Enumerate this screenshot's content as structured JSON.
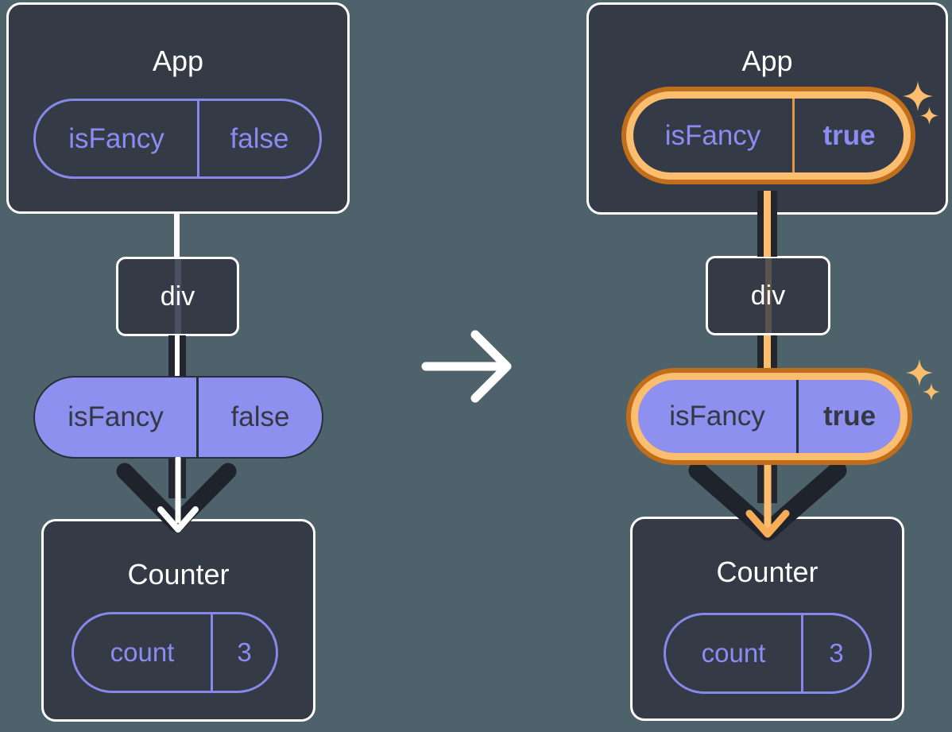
{
  "colors": {
    "bg": "#4E626B",
    "card": "#343A46",
    "card-border": "#FFFFFF",
    "purple-line": "#8789E8",
    "purple-text": "#8A8CF2",
    "purple-fill": "#8D90EE",
    "dark-text": "#333842",
    "pill-edge": "#2A2E38",
    "dark-line": "#23262F",
    "chevron": "#1F232B",
    "orange-dark": "#C06E1C",
    "orange-light": "#FBBD6E",
    "orange-mid": "#DF9A43",
    "orange-head": "#F5AE56",
    "arrow-white": "#FFFFFF"
  },
  "left_tree": {
    "app": {
      "title": "App",
      "prop_name": "isFancy",
      "prop_value": "false"
    },
    "div_label": "div",
    "passed_prop": {
      "name": "isFancy",
      "value": "false"
    },
    "counter": {
      "title": "Counter",
      "state_name": "count",
      "state_value": "3"
    }
  },
  "right_tree": {
    "app": {
      "title": "App",
      "prop_name": "isFancy",
      "prop_value": "true"
    },
    "div_label": "div",
    "passed_prop": {
      "name": "isFancy",
      "value": "true"
    },
    "counter": {
      "title": "Counter",
      "state_name": "count",
      "state_value": "3"
    }
  },
  "icons": {
    "transition_arrow": "right-arrow",
    "flow_arrow": "down-arrow",
    "highlight": "sparkle-stars"
  }
}
